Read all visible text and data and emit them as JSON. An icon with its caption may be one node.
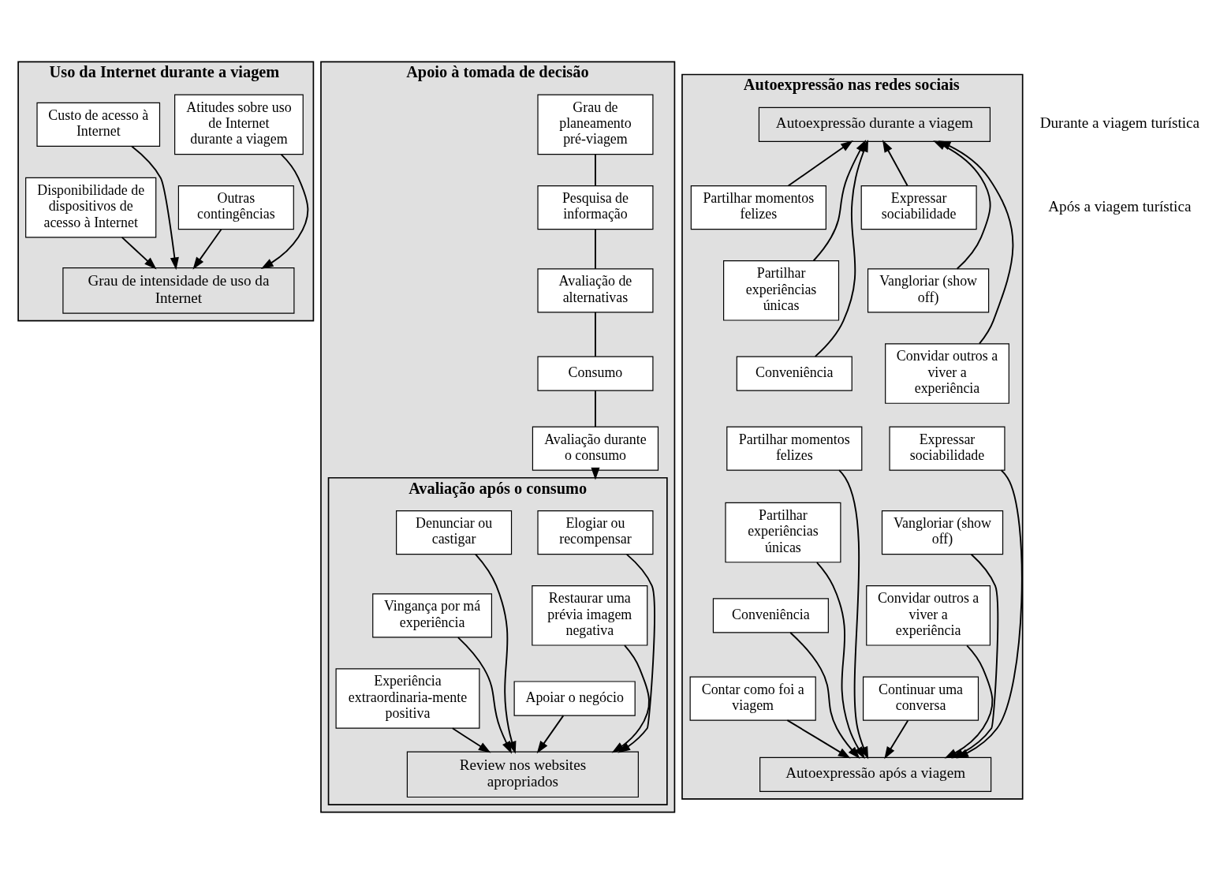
{
  "diagram": {
    "nodes": [
      {
        "text": [
          "Uso da Internet durante a viagem"
        ]
      },
      {
        "text": [
          "Atitudes sobre uso de Internet durante a viagem"
        ],
        "in": 0
      },
      {
        "text": [
          "Outras contingências"
        ],
        "in": 0
      },
      {
        "text": [
          "Custo de acesso à Internet"
        ],
        "in": 0
      },
      {
        "text": [
          "Disponibilidade de dispositivos de acesso à Internet"
        ],
        "in": 0
      },
      {
        "text": [
          "Grau de intensidade de uso da Internet"
        ],
        "in": 0
      },
      {
        "text": [
          "Apoio à tomada de decisão"
        ]
      },
      {
        "text": [
          "Grau de planeamento pré-viagem"
        ],
        "in": 6
      },
      {
        "text": [
          "Pesquisa de informação"
        ],
        "in": 6
      },
      {
        "text": [
          "Avaliação de alternativas"
        ],
        "in": 6
      },
      {
        "text": [
          "Consumo"
        ],
        "in": 6
      },
      {
        "text": [
          "Avaliação durante o consumo"
        ],
        "in": 6
      },
      {
        "text": [
          "Avaliação após o consumo"
        ],
        "in": 6
      },
      {
        "text": [
          "Elogiar ou recompensar"
        ],
        "in": 12
      },
      {
        "text": [
          "Restaurar uma prévia imagem negativa"
        ],
        "in": 12
      },
      {
        "text": [
          "Apoiar o negócio"
        ],
        "in": 12
      },
      {
        "text": [
          "Denunciar ou castigar"
        ],
        "in": 12
      },
      {
        "text": [
          "Vingança por má experiência"
        ],
        "in": 12
      },
      {
        "text": [
          "Experiência extraordinaria-mente positiva"
        ],
        "in": 12
      },
      {
        "text": [
          "Review nos websites apropriados"
        ],
        "in": 12
      },
      {
        "text": [
          "Autoexpressão nas redes sociais"
        ]
      },
      {
        "text": [
          "Autoexpressão durante a viagem"
        ],
        "in": 20
      },
      {
        "text": [
          "Partilhar momentos felizes"
        ],
        "in": 20
      },
      {
        "text": [
          "Partilhar experiências únicas"
        ],
        "in": 20
      },
      {
        "text": [
          "Conveniência"
        ],
        "in": 20
      },
      {
        "text": [
          "Expressar sociabilidade"
        ],
        "in": 20
      },
      {
        "text": [
          "Vangloriar (show off)"
        ],
        "in": 20
      },
      {
        "text": [
          "Convidar outros a viver a experiência"
        ],
        "in": 20
      },
      {
        "text": [
          "Partilhar momentos felizes"
        ],
        "in": 20
      },
      {
        "text": [
          "Partilhar experiências únicas"
        ],
        "in": 20
      },
      {
        "text": [
          "Conveniência"
        ],
        "in": 20
      },
      {
        "text": [
          "Contar como foi a viagem"
        ],
        "in": 20
      },
      {
        "text": [
          "Expressar sociabilidade"
        ],
        "in": 20
      },
      {
        "text": [
          "Vangloriar (show off)"
        ],
        "in": 20
      },
      {
        "text": [
          "Convidar outros a viver a experiência"
        ],
        "in": 20
      },
      {
        "text": [
          "Continuar uma conversa"
        ],
        "in": 20
      },
      {
        "text": [
          "Autoexpressão após a viagem"
        ],
        "in": 20
      }
    ],
    "edges": [
      {
        "from": 1,
        "to": 5,
        "arrow": "to"
      },
      {
        "from": 2,
        "to": 5,
        "arrow": "to"
      },
      {
        "from": 3,
        "to": 5,
        "arrow": "to"
      },
      {
        "from": 4,
        "to": 5,
        "arrow": "to"
      },
      {
        "from": 7,
        "to": 8,
        "arrow": "none"
      },
      {
        "from": 8,
        "to": 9,
        "arrow": "none"
      },
      {
        "from": 9,
        "to": 10,
        "arrow": "none"
      },
      {
        "from": 10,
        "to": 11,
        "arrow": "none"
      },
      {
        "from": 11,
        "to": 12,
        "arrow": "to"
      },
      {
        "from": 13,
        "to": 19,
        "arrow": "to"
      },
      {
        "from": 14,
        "to": 19,
        "arrow": "to"
      },
      {
        "from": 15,
        "to": 19,
        "arrow": "to"
      },
      {
        "from": 16,
        "to": 19,
        "arrow": "to"
      },
      {
        "from": 17,
        "to": 19,
        "arrow": "to"
      },
      {
        "from": 18,
        "to": 19,
        "arrow": "to"
      },
      {
        "from": 22,
        "to": 21,
        "arrow": "to"
      },
      {
        "from": 23,
        "to": 21,
        "arrow": "to"
      },
      {
        "from": 24,
        "to": 21,
        "arrow": "to"
      },
      {
        "from": 25,
        "to": 21,
        "arrow": "to"
      },
      {
        "from": 26,
        "to": 21,
        "arrow": "to"
      },
      {
        "from": 27,
        "to": 21,
        "arrow": "to"
      },
      {
        "from": 28,
        "to": 36,
        "arrow": "to"
      },
      {
        "from": 29,
        "to": 36,
        "arrow": "to"
      },
      {
        "from": 30,
        "to": 36,
        "arrow": "to"
      },
      {
        "from": 31,
        "to": 36,
        "arrow": "to"
      },
      {
        "from": 32,
        "to": 36,
        "arrow": "to"
      },
      {
        "from": 33,
        "to": 36,
        "arrow": "to"
      },
      {
        "from": 34,
        "to": 36,
        "arrow": "to"
      },
      {
        "from": 35,
        "to": 36,
        "arrow": "to"
      }
    ],
    "labels": [
      "Durante a viagem turística",
      "Após a viagem turística"
    ]
  }
}
